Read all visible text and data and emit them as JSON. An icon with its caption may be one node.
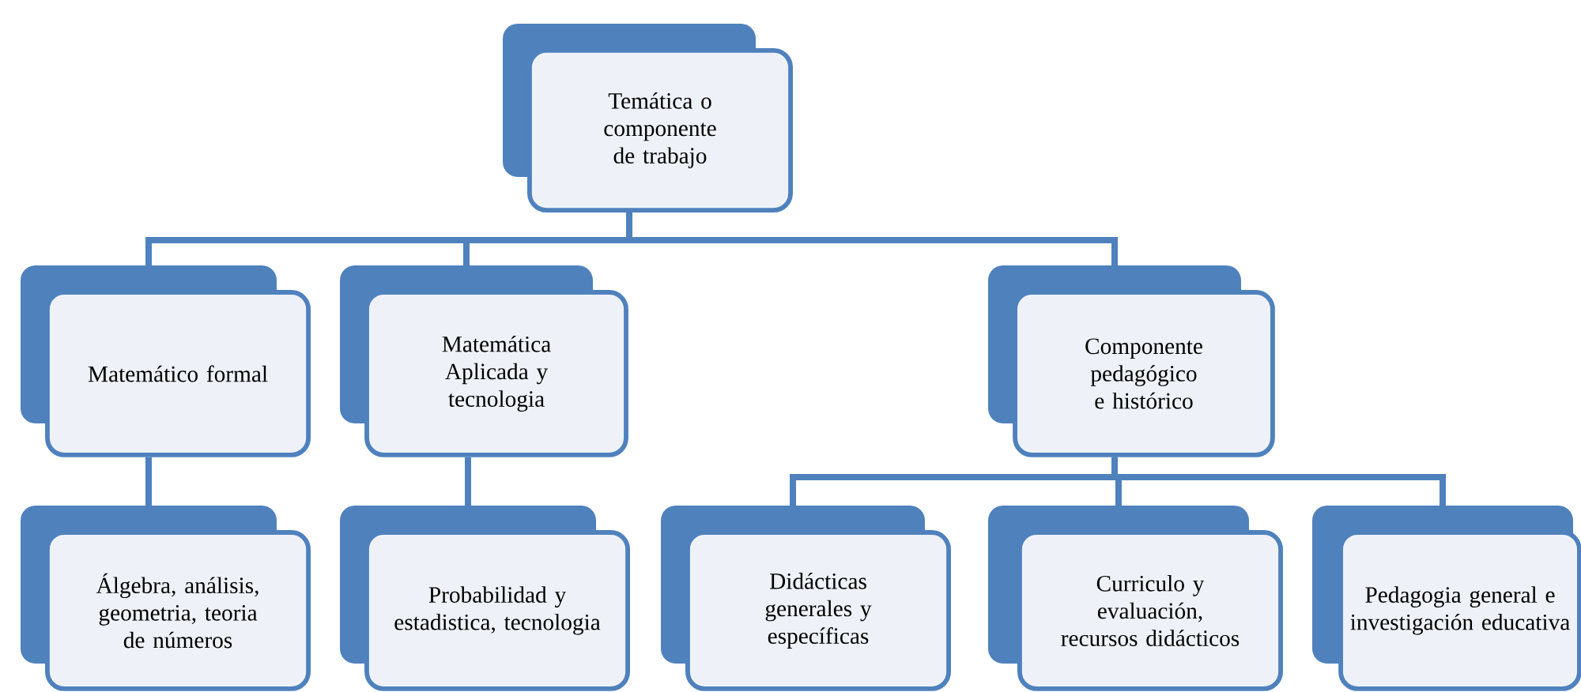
{
  "diagram": {
    "nodes": [
      {
        "text": [
          "Temática o componente de trabajo"
        ]
      },
      {
        "text": [
          "Matemático formal"
        ]
      },
      {
        "text": [
          "Matemática Aplicada y tecnologia"
        ]
      },
      {
        "text": [
          "Componente pedagógico e histórico"
        ]
      },
      {
        "text": [
          "Álgebra, análisis, geometria, teoria de números"
        ]
      },
      {
        "text": [
          "Probabilidad y estadistica, tecnologia"
        ]
      },
      {
        "text": [
          "Didácticas generales y específicas"
        ]
      },
      {
        "text": [
          "Curriculo y evaluación, recursos didácticos"
        ]
      },
      {
        "text": [
          "Pedagogia general e investigación educativa"
        ]
      }
    ],
    "edges": [
      {
        "from": 0,
        "to": 1,
        "arrow": "none"
      },
      {
        "from": 0,
        "to": 2,
        "arrow": "none"
      },
      {
        "from": 0,
        "to": 3,
        "arrow": "none"
      },
      {
        "from": 1,
        "to": 4,
        "arrow": "none"
      },
      {
        "from": 2,
        "to": 5,
        "arrow": "none"
      },
      {
        "from": 3,
        "to": 6,
        "arrow": "none"
      },
      {
        "from": 3,
        "to": 7,
        "arrow": "none"
      },
      {
        "from": 3,
        "to": 8,
        "arrow": "none"
      }
    ]
  }
}
